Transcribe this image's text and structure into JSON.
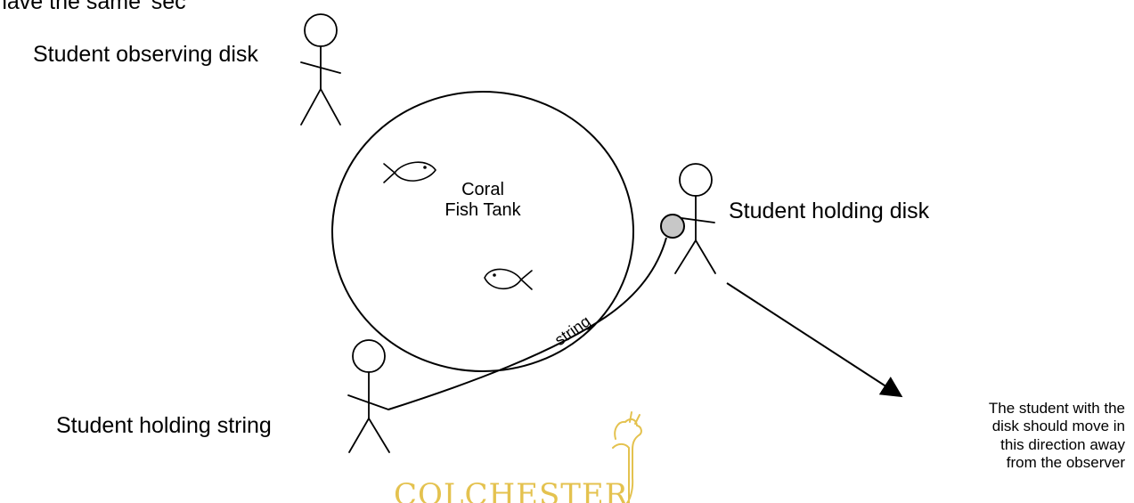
{
  "diagram": {
    "top_fragment": "have the same 'sec",
    "labels": {
      "student_observing_disk": "Student observing disk",
      "coral_fish_tank_line1": "Coral",
      "coral_fish_tank_line2": "Fish Tank",
      "student_holding_disk": "Student holding disk",
      "string": "string",
      "student_holding_string": "Student holding string"
    },
    "note": {
      "line1": "The student with the",
      "line2": "disk should move in",
      "line3": "this direction away",
      "line4": "from the observer"
    },
    "logo": {
      "text": "COLCHESTER"
    },
    "colors": {
      "ink": "#000000",
      "disk_fill": "#c7c7c7",
      "logo": "#e4c24f"
    }
  }
}
